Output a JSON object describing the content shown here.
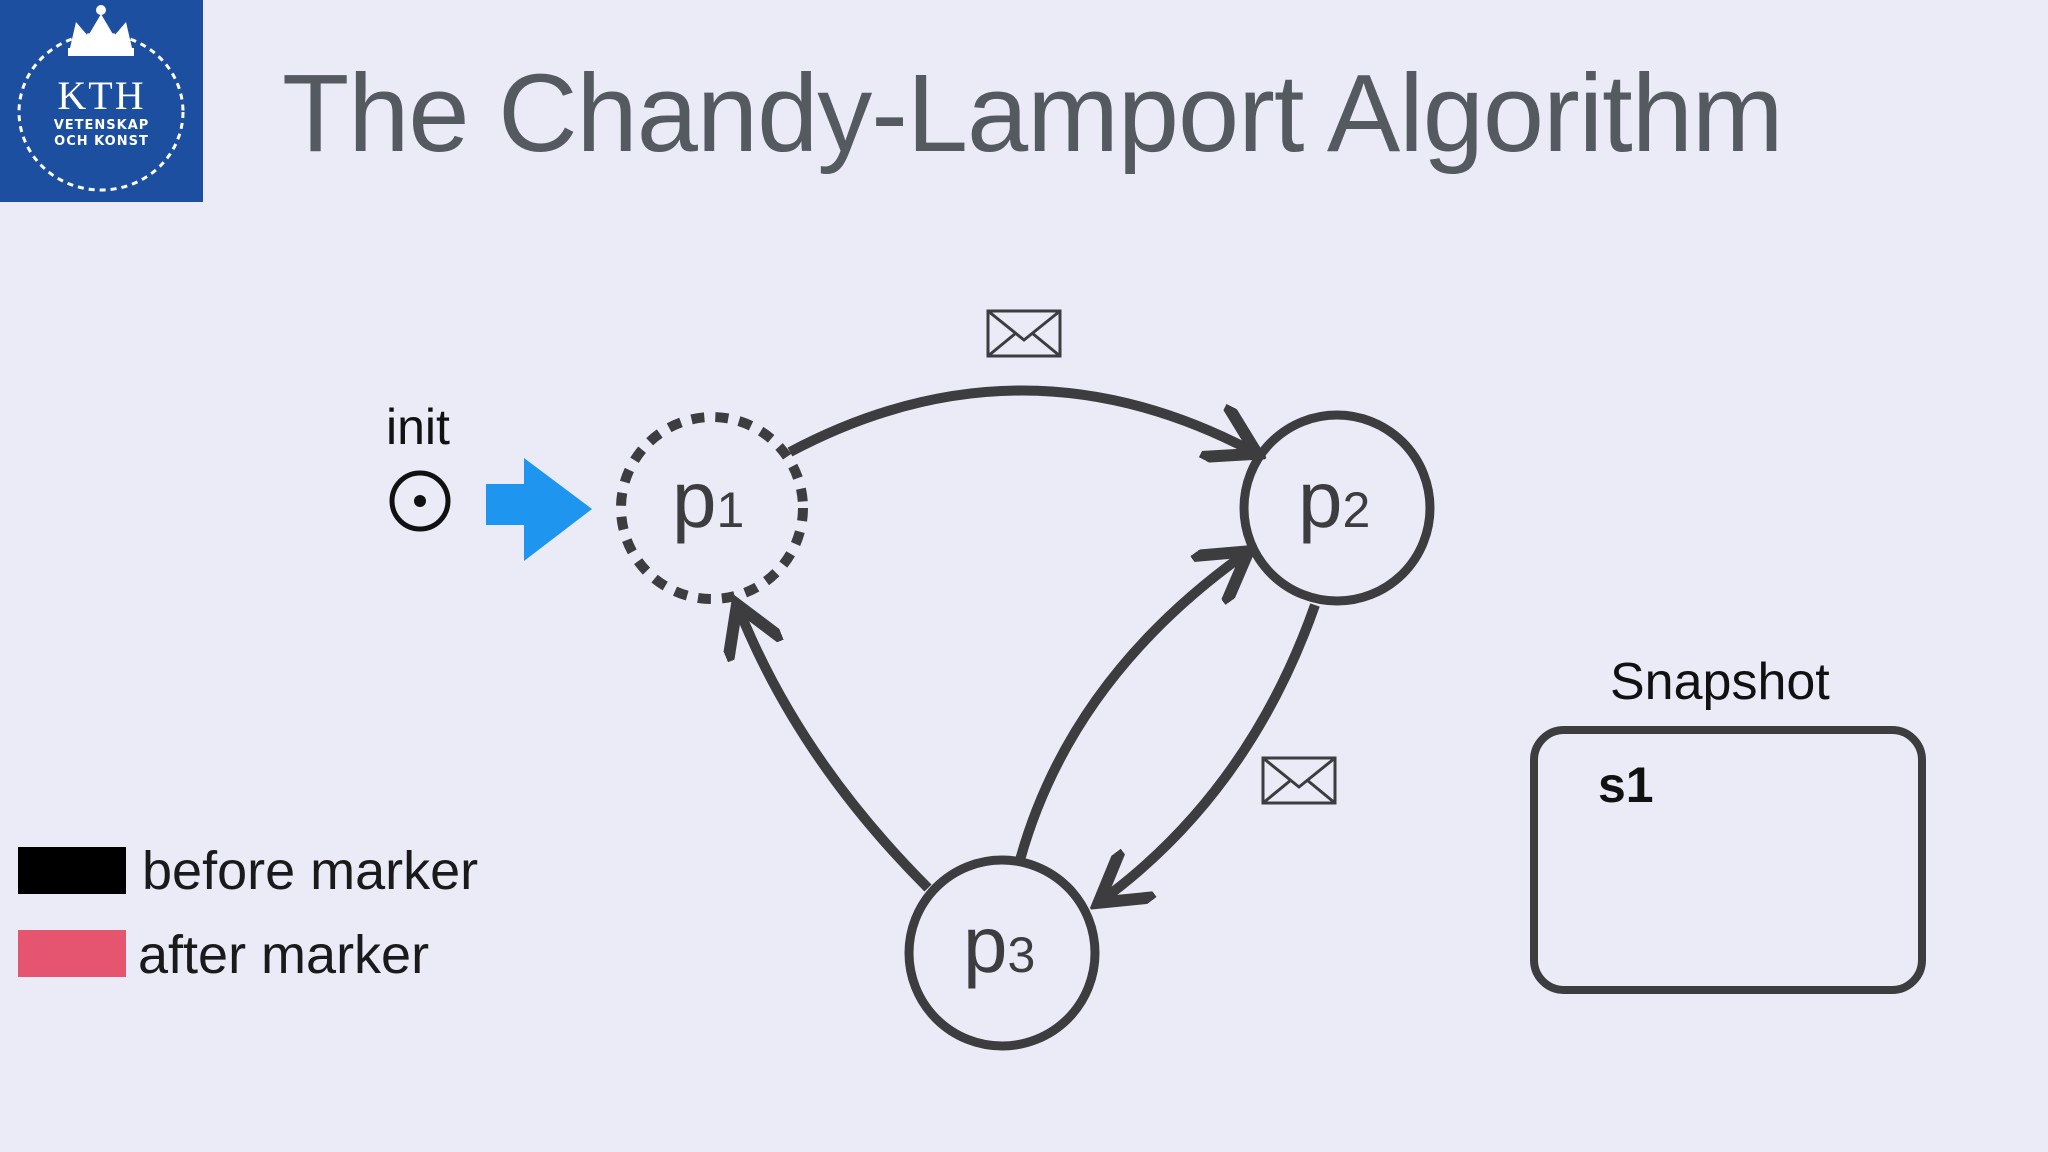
{
  "logo": {
    "text": "KTH",
    "line1": "VETENSKAP",
    "line2": "OCH KONST"
  },
  "title": "The Chandy-Lamport Algorithm",
  "init": {
    "label": "init"
  },
  "nodes": {
    "p1": {
      "main": "p",
      "sub": "1",
      "state": "dashed"
    },
    "p2": {
      "main": "p",
      "sub": "2",
      "state": "solid"
    },
    "p3": {
      "main": "p",
      "sub": "3",
      "state": "solid"
    }
  },
  "legend": {
    "before": {
      "label": "before marker",
      "color": "#000000"
    },
    "after": {
      "label": "after marker",
      "color": "#e5556f"
    }
  },
  "snapshot": {
    "title": "Snapshot",
    "items": [
      "s1"
    ]
  },
  "colors": {
    "background": "#ebebf8",
    "edge": "#3d3d3f",
    "init_arrow": "#1e96f0",
    "logo_bg": "#1d4fa1"
  }
}
